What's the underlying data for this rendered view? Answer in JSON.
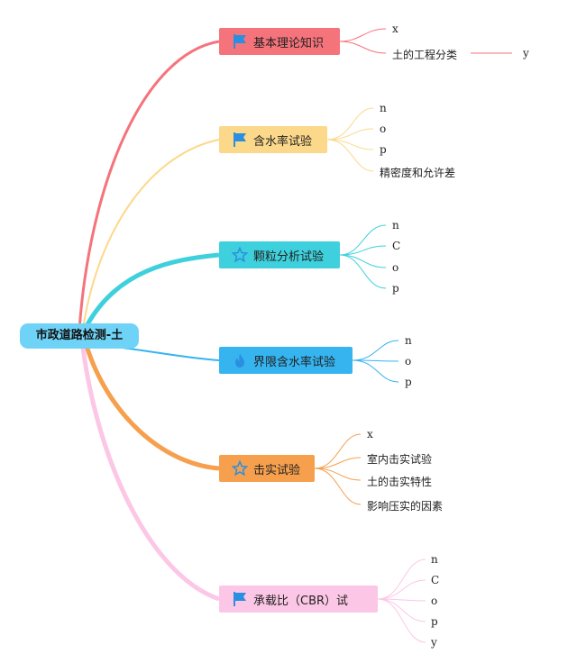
{
  "root": {
    "label": "市政道路检测-土"
  },
  "colors": {
    "root": "#6fd3f7",
    "b1": "#f5737b",
    "b2": "#fcd88a",
    "b3": "#3ed0dc",
    "b4": "#35b4ef",
    "b5": "#f6a04e",
    "b6": "#fcc7e6",
    "icon_blue": "#2a8fe0"
  },
  "branches": [
    {
      "label": "基本理论知识",
      "icon": "flag-icon",
      "leaves": [
        "x",
        "土的工程分类"
      ],
      "sub": "y"
    },
    {
      "label": "含水率试验",
      "icon": "flag-icon",
      "leaves": [
        "n",
        "o",
        "p",
        "精密度和允许差"
      ]
    },
    {
      "label": "颗粒分析试验",
      "icon": "star-icon",
      "leaves": [
        "n",
        "C",
        "o",
        "p"
      ]
    },
    {
      "label": "界限含水率试验",
      "icon": "flame-icon",
      "leaves": [
        "n",
        "o",
        "p"
      ]
    },
    {
      "label": "击实试验",
      "icon": "star-icon",
      "leaves": [
        "x",
        "室内击实试验",
        "土的击实特性",
        "影响压实的因素"
      ]
    },
    {
      "label": "承载比（CBR）试",
      "icon": "flag-icon",
      "leaves": [
        "n",
        "C",
        "o",
        "p",
        "y"
      ]
    }
  ]
}
